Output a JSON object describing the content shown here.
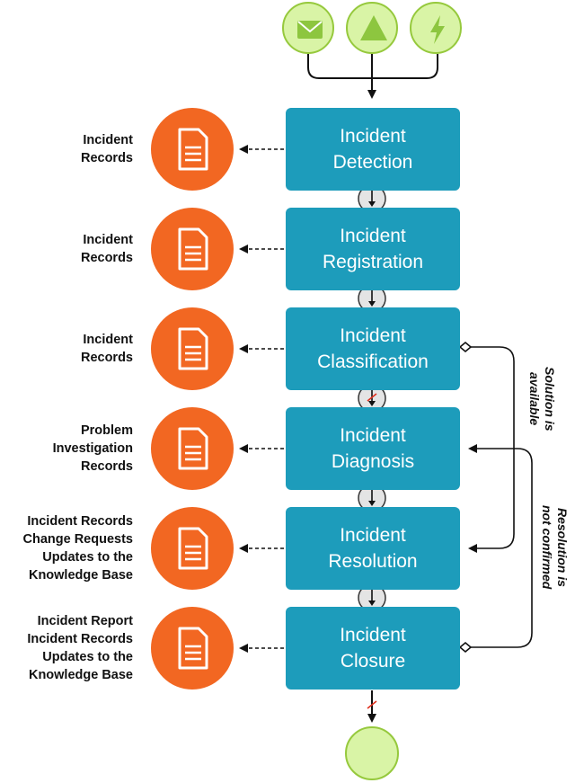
{
  "colors": {
    "step_fill": "#1d9cbb",
    "document_fill": "#f26722",
    "event_fill": "#d9f4a6",
    "event_stroke": "#96c93d",
    "connector": "#111111",
    "conditional_mark": "#e0301e"
  },
  "start_events": [
    {
      "icon": "envelope-icon"
    },
    {
      "icon": "triangle-icon"
    },
    {
      "icon": "lightning-bolt-icon"
    }
  ],
  "steps": [
    {
      "line1": "Incident",
      "line2": "Detection",
      "outputs": [
        "Incident",
        "Records"
      ]
    },
    {
      "line1": "Incident",
      "line2": "Registration",
      "outputs": [
        "Incident",
        "Records"
      ]
    },
    {
      "line1": "Incident",
      "line2": "Classification",
      "outputs": [
        "Incident",
        "Records"
      ]
    },
    {
      "line1": "Incident",
      "line2": "Diagnosis",
      "outputs": [
        "Problem",
        "Investigation",
        "Records"
      ]
    },
    {
      "line1": "Incident",
      "line2": "Resolution",
      "outputs": [
        "Incident Records",
        "Change Requests",
        "Updates to the",
        "Knowledge Base"
      ]
    },
    {
      "line1": "Incident",
      "line2": "Closure",
      "outputs": [
        "Incident Report",
        "Incident Records",
        "Updates to the",
        "Knowledge Base"
      ]
    }
  ],
  "loops": {
    "solution_available": {
      "line1": "Solution is",
      "line2": "available"
    },
    "resolution_not_confirmed": {
      "line1": "Resolution is",
      "line2": "not confirmed"
    }
  },
  "document_icon": "document-icon",
  "end_event": {
    "icon": "none"
  }
}
